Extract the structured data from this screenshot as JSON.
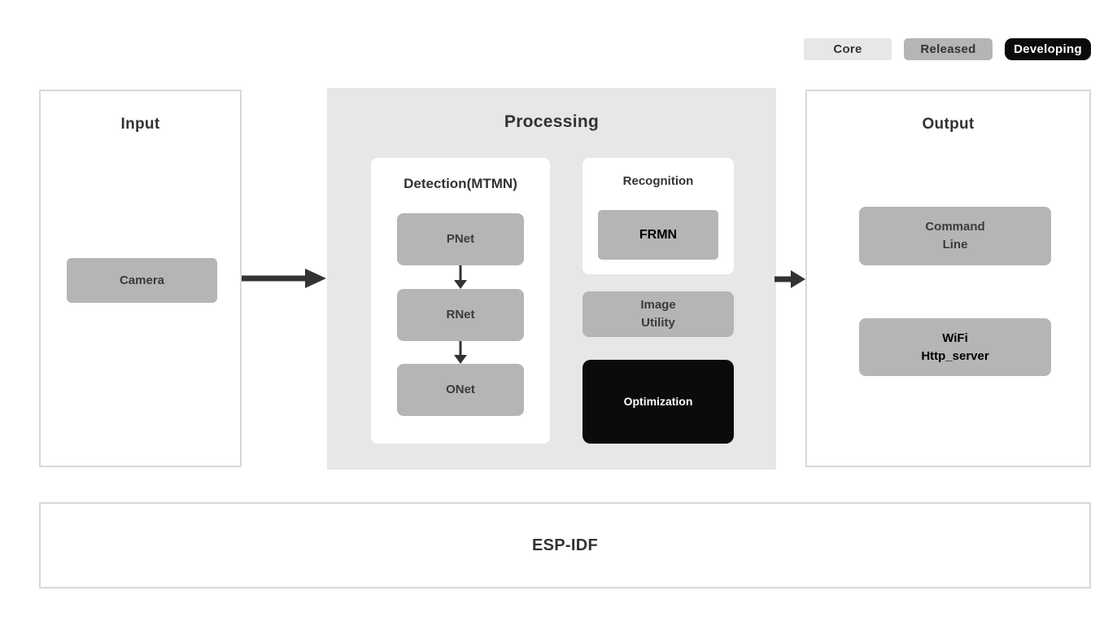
{
  "colors": {
    "core": "#e7e7e7",
    "released": "#b5b5b5",
    "developing": "#0b0b0b",
    "arrow": "#333333",
    "panel_border": "#d8d8d8"
  },
  "legend": {
    "items": [
      {
        "id": "core",
        "label": "Core"
      },
      {
        "id": "released",
        "label": "Released"
      },
      {
        "id": "developing",
        "label": "Developing"
      }
    ]
  },
  "diagram": {
    "input": {
      "title": "Input",
      "camera_label": "Camera"
    },
    "processing": {
      "title": "Processing",
      "detection": {
        "title": "Detection(MTMN)",
        "nodes": [
          "PNet",
          "RNet",
          "ONet"
        ]
      },
      "recognition": {
        "title": "Recognition",
        "node": "FRMN"
      },
      "image_utility_label": "Image\nUtility",
      "optimization_label": "Optimization"
    },
    "output": {
      "title": "Output",
      "blocks": [
        "Command\nLine",
        "WiFi\nHttp_server"
      ]
    },
    "foundation_label": "ESP-IDF"
  }
}
